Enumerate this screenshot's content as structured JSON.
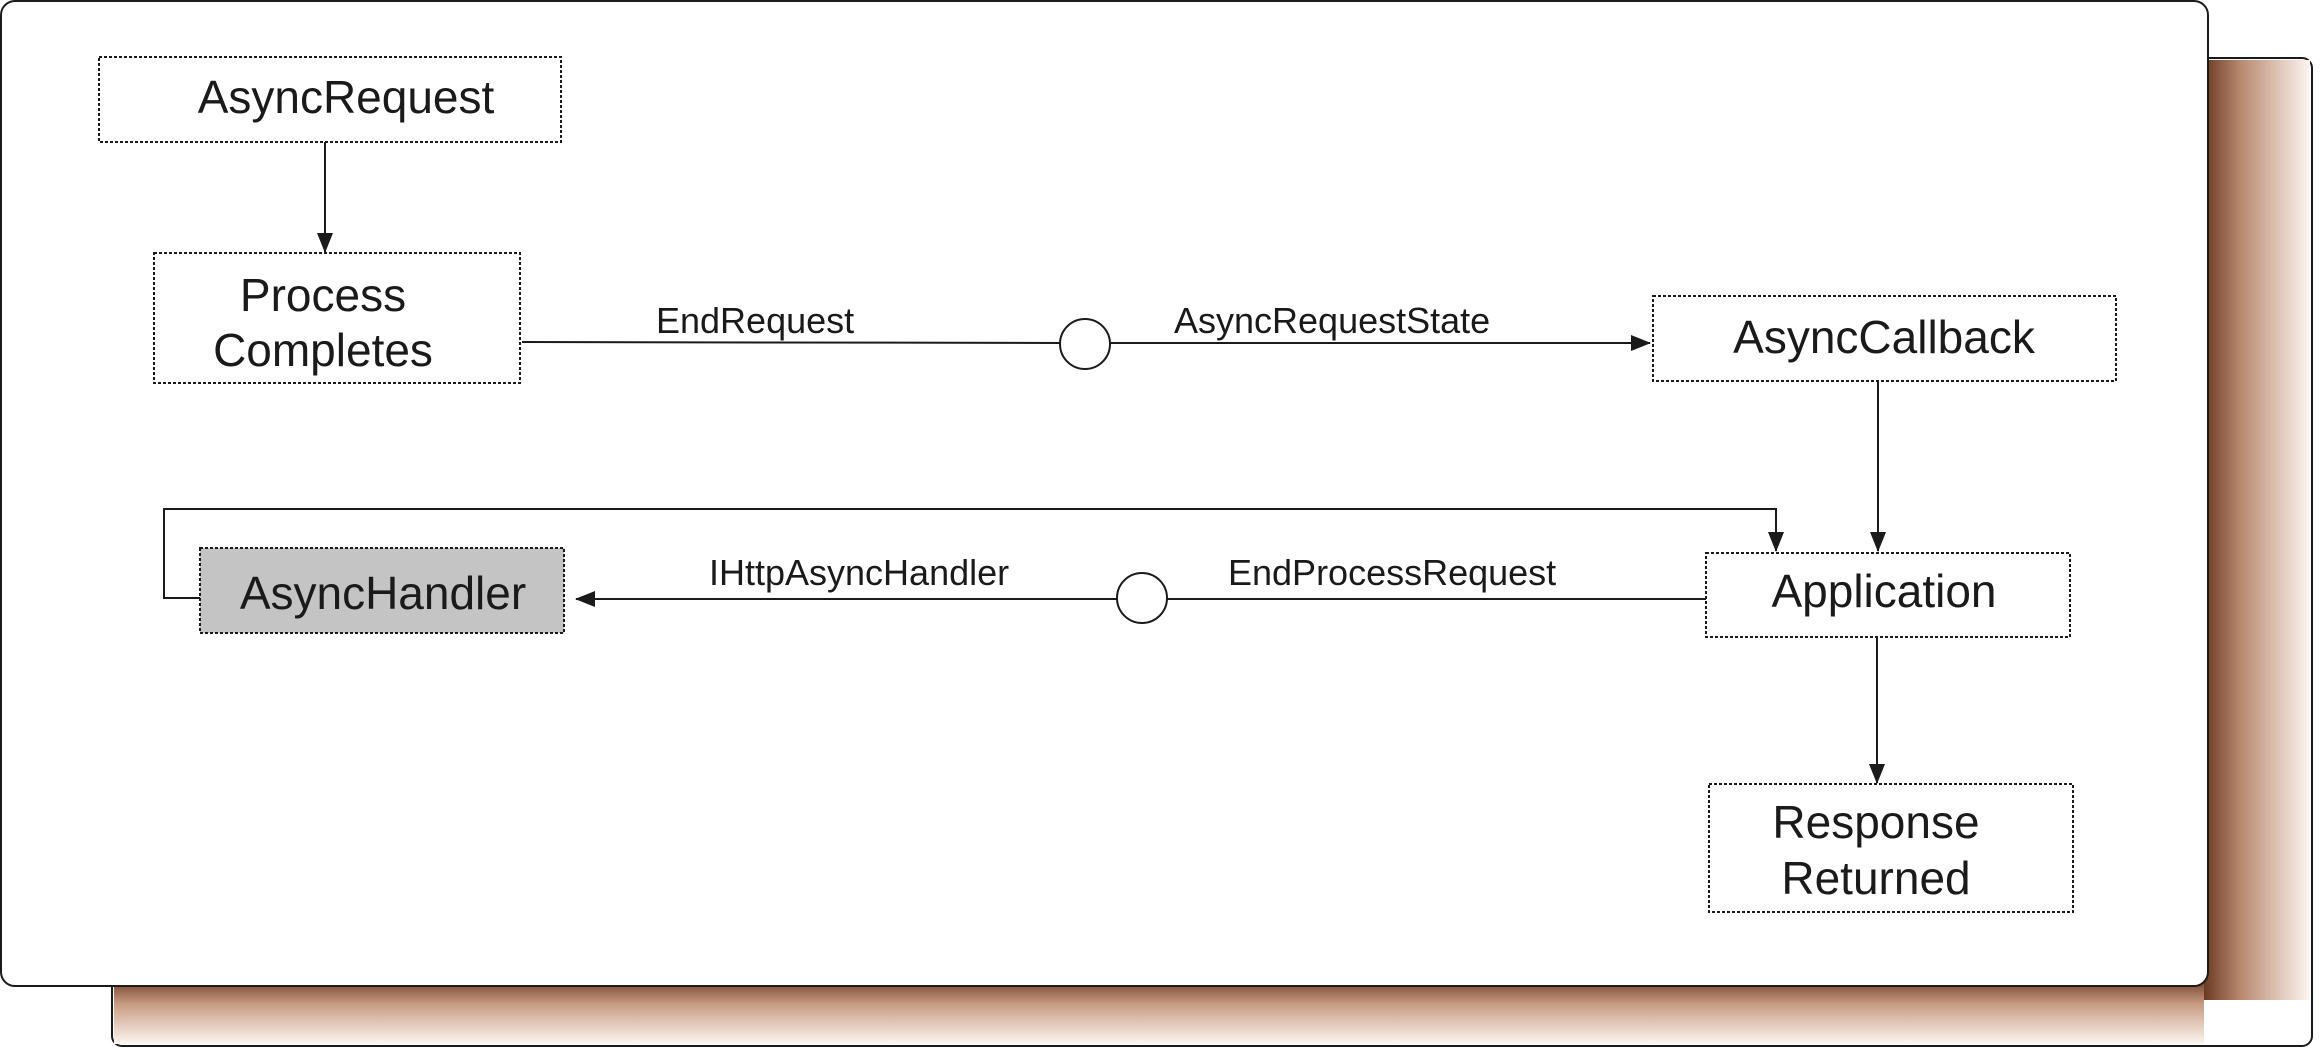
{
  "nodes": {
    "async_request": "AsyncRequest",
    "process_completes": [
      "Process",
      "Completes"
    ],
    "async_callback": "AsyncCallback",
    "async_handler": "AsyncHandler",
    "application": "Application",
    "response_returned": [
      "Response",
      "Returned"
    ]
  },
  "edges": {
    "end_request": "EndRequest",
    "async_request_state": "AsyncRequestState",
    "ihttp_async_handler": "IHttpAsyncHandler",
    "end_process_request": "EndProcessRequest"
  },
  "colors": {
    "handler_fill": "#c4c4c4",
    "line": "#1a1a1a",
    "shadow_edge": "#c89a7c"
  }
}
